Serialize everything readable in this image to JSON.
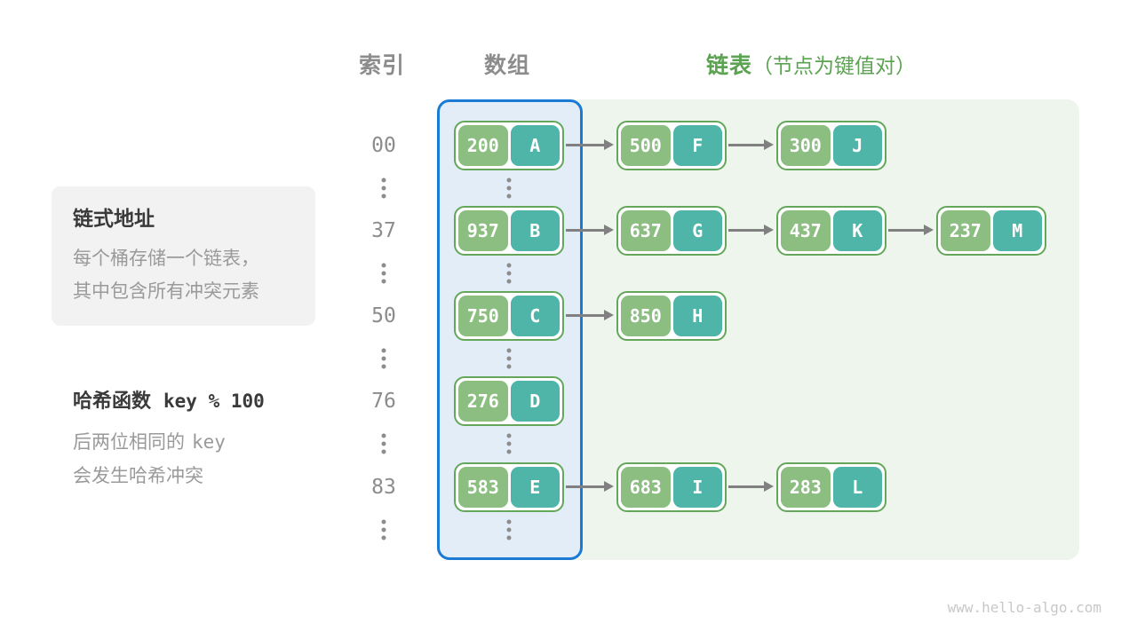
{
  "header": {
    "index_label": "索引",
    "array_label": "数组",
    "list_label": "链表",
    "list_note": "（节点为键值对）"
  },
  "annotations": {
    "chaining": {
      "title": "链式地址",
      "line1": "每个桶存储一个链表，",
      "line2": "其中包含所有冲突元素"
    },
    "hash": {
      "title_cn": "哈希函数",
      "title_code": "key % 100",
      "line1_text": "后两位相同的",
      "line1_code": "key",
      "line2": "会发生哈希冲突"
    }
  },
  "rows": [
    {
      "index": "00",
      "bucket": {
        "key": "200",
        "value": "A"
      },
      "chain": [
        {
          "key": "500",
          "value": "F"
        },
        {
          "key": "300",
          "value": "J"
        }
      ]
    },
    {
      "index": "37",
      "bucket": {
        "key": "937",
        "value": "B"
      },
      "chain": [
        {
          "key": "637",
          "value": "G"
        },
        {
          "key": "437",
          "value": "K"
        },
        {
          "key": "237",
          "value": "M"
        }
      ]
    },
    {
      "index": "50",
      "bucket": {
        "key": "750",
        "value": "C"
      },
      "chain": [
        {
          "key": "850",
          "value": "H"
        }
      ]
    },
    {
      "index": "76",
      "bucket": {
        "key": "276",
        "value": "D"
      },
      "chain": []
    },
    {
      "index": "83",
      "bucket": {
        "key": "583",
        "value": "E"
      },
      "chain": [
        {
          "key": "683",
          "value": "I"
        },
        {
          "key": "283",
          "value": "L"
        }
      ]
    }
  ],
  "footer": {
    "watermark": "www.hello-algo.com"
  },
  "colors": {
    "key-fill": "#8CBE82",
    "value-fill": "#4FB5A9",
    "node-border": "#64A65A",
    "array-border": "#1A7AD4",
    "array-fill": "#E2EDF8",
    "list-fill": "#EDF5EC",
    "accent-green": "#5BA351",
    "muted": "#8C8C8C",
    "arrow": "#808080",
    "dark": "#3A3A3A",
    "body-gray": "#9A9A9A",
    "box-bg": "#F2F2F2",
    "watermark": "#C8C8C8"
  }
}
